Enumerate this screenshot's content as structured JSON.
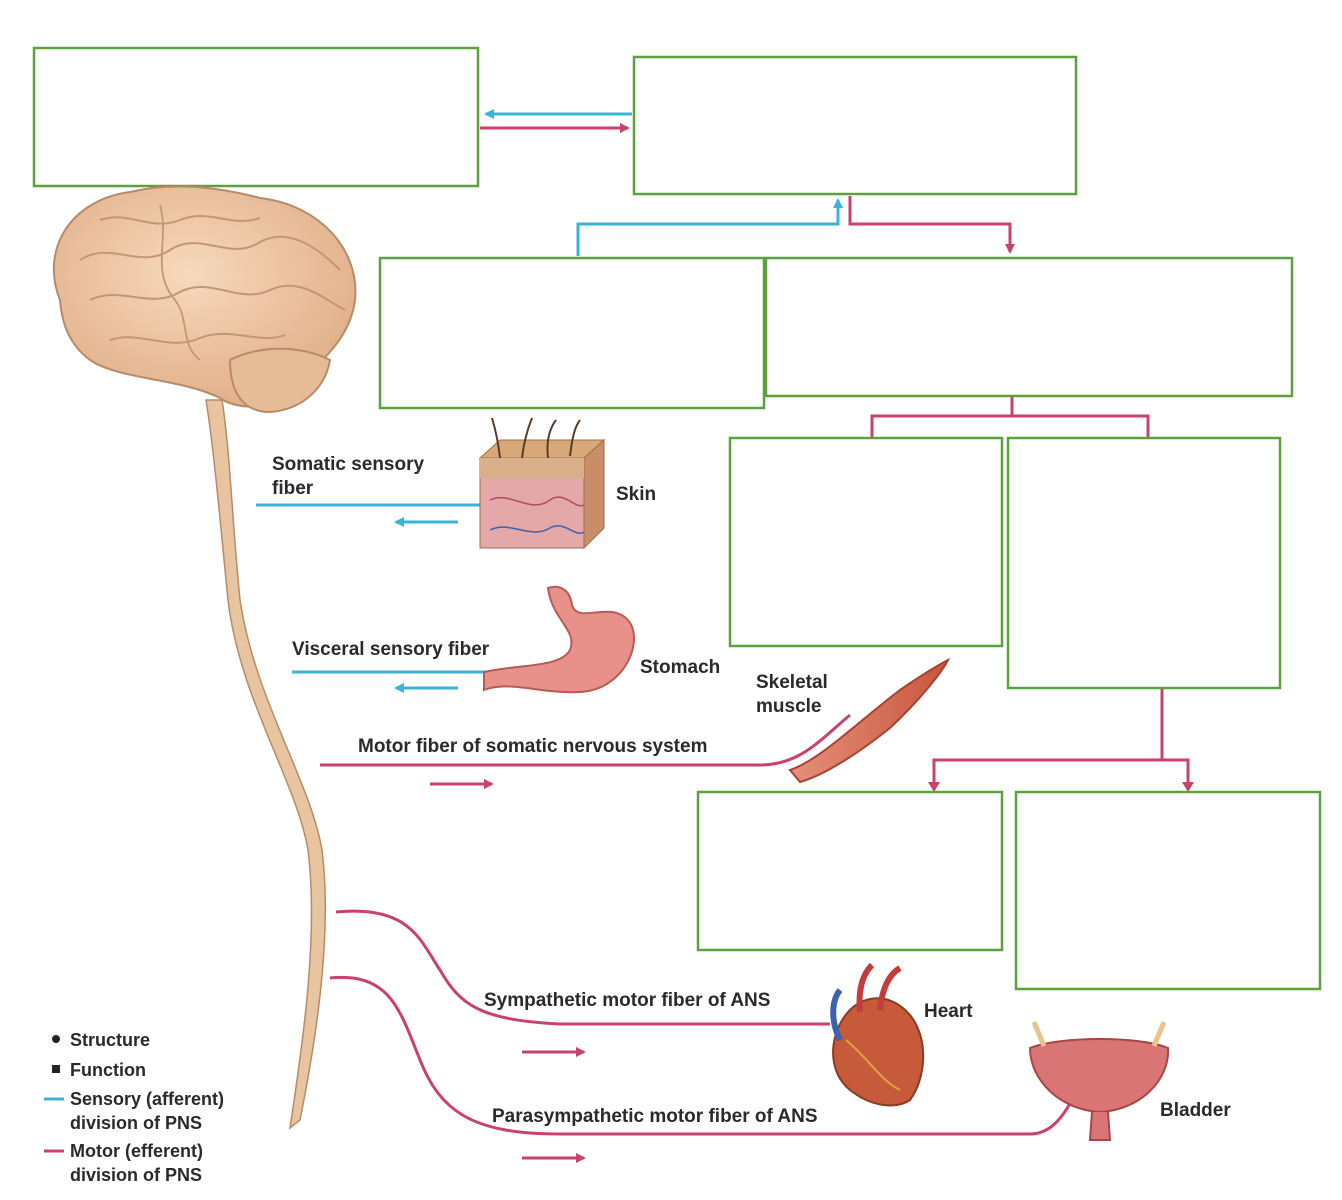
{
  "labels": {
    "somatic_sensory_line1": "Somatic sensory",
    "somatic_sensory_line2": "fiber",
    "skin": "Skin",
    "visceral_sensory": "Visceral sensory fiber",
    "stomach": "Stomach",
    "skeletal_muscle_line1": "Skeletal",
    "skeletal_muscle_line2": "muscle",
    "motor_somatic": "Motor fiber of somatic nervous system",
    "sympathetic": "Sympathetic motor fiber of ANS",
    "heart": "Heart",
    "parasympathetic": "Parasympathetic motor fiber of ANS",
    "bladder": "Bladder"
  },
  "legend": {
    "structure": "Structure",
    "function": "Function",
    "sensory_line1": "Sensory (afferent)",
    "sensory_line2": "division of PNS",
    "motor_line1": "Motor (efferent)",
    "motor_line2": "division of PNS"
  },
  "colors": {
    "sensory": "#3bb3d6",
    "motor": "#c8426f",
    "box_border": "#5aa33a",
    "nerve": "#e8c4a0"
  },
  "blank_boxes": [
    "",
    "",
    "",
    "",
    "",
    "",
    "",
    ""
  ]
}
